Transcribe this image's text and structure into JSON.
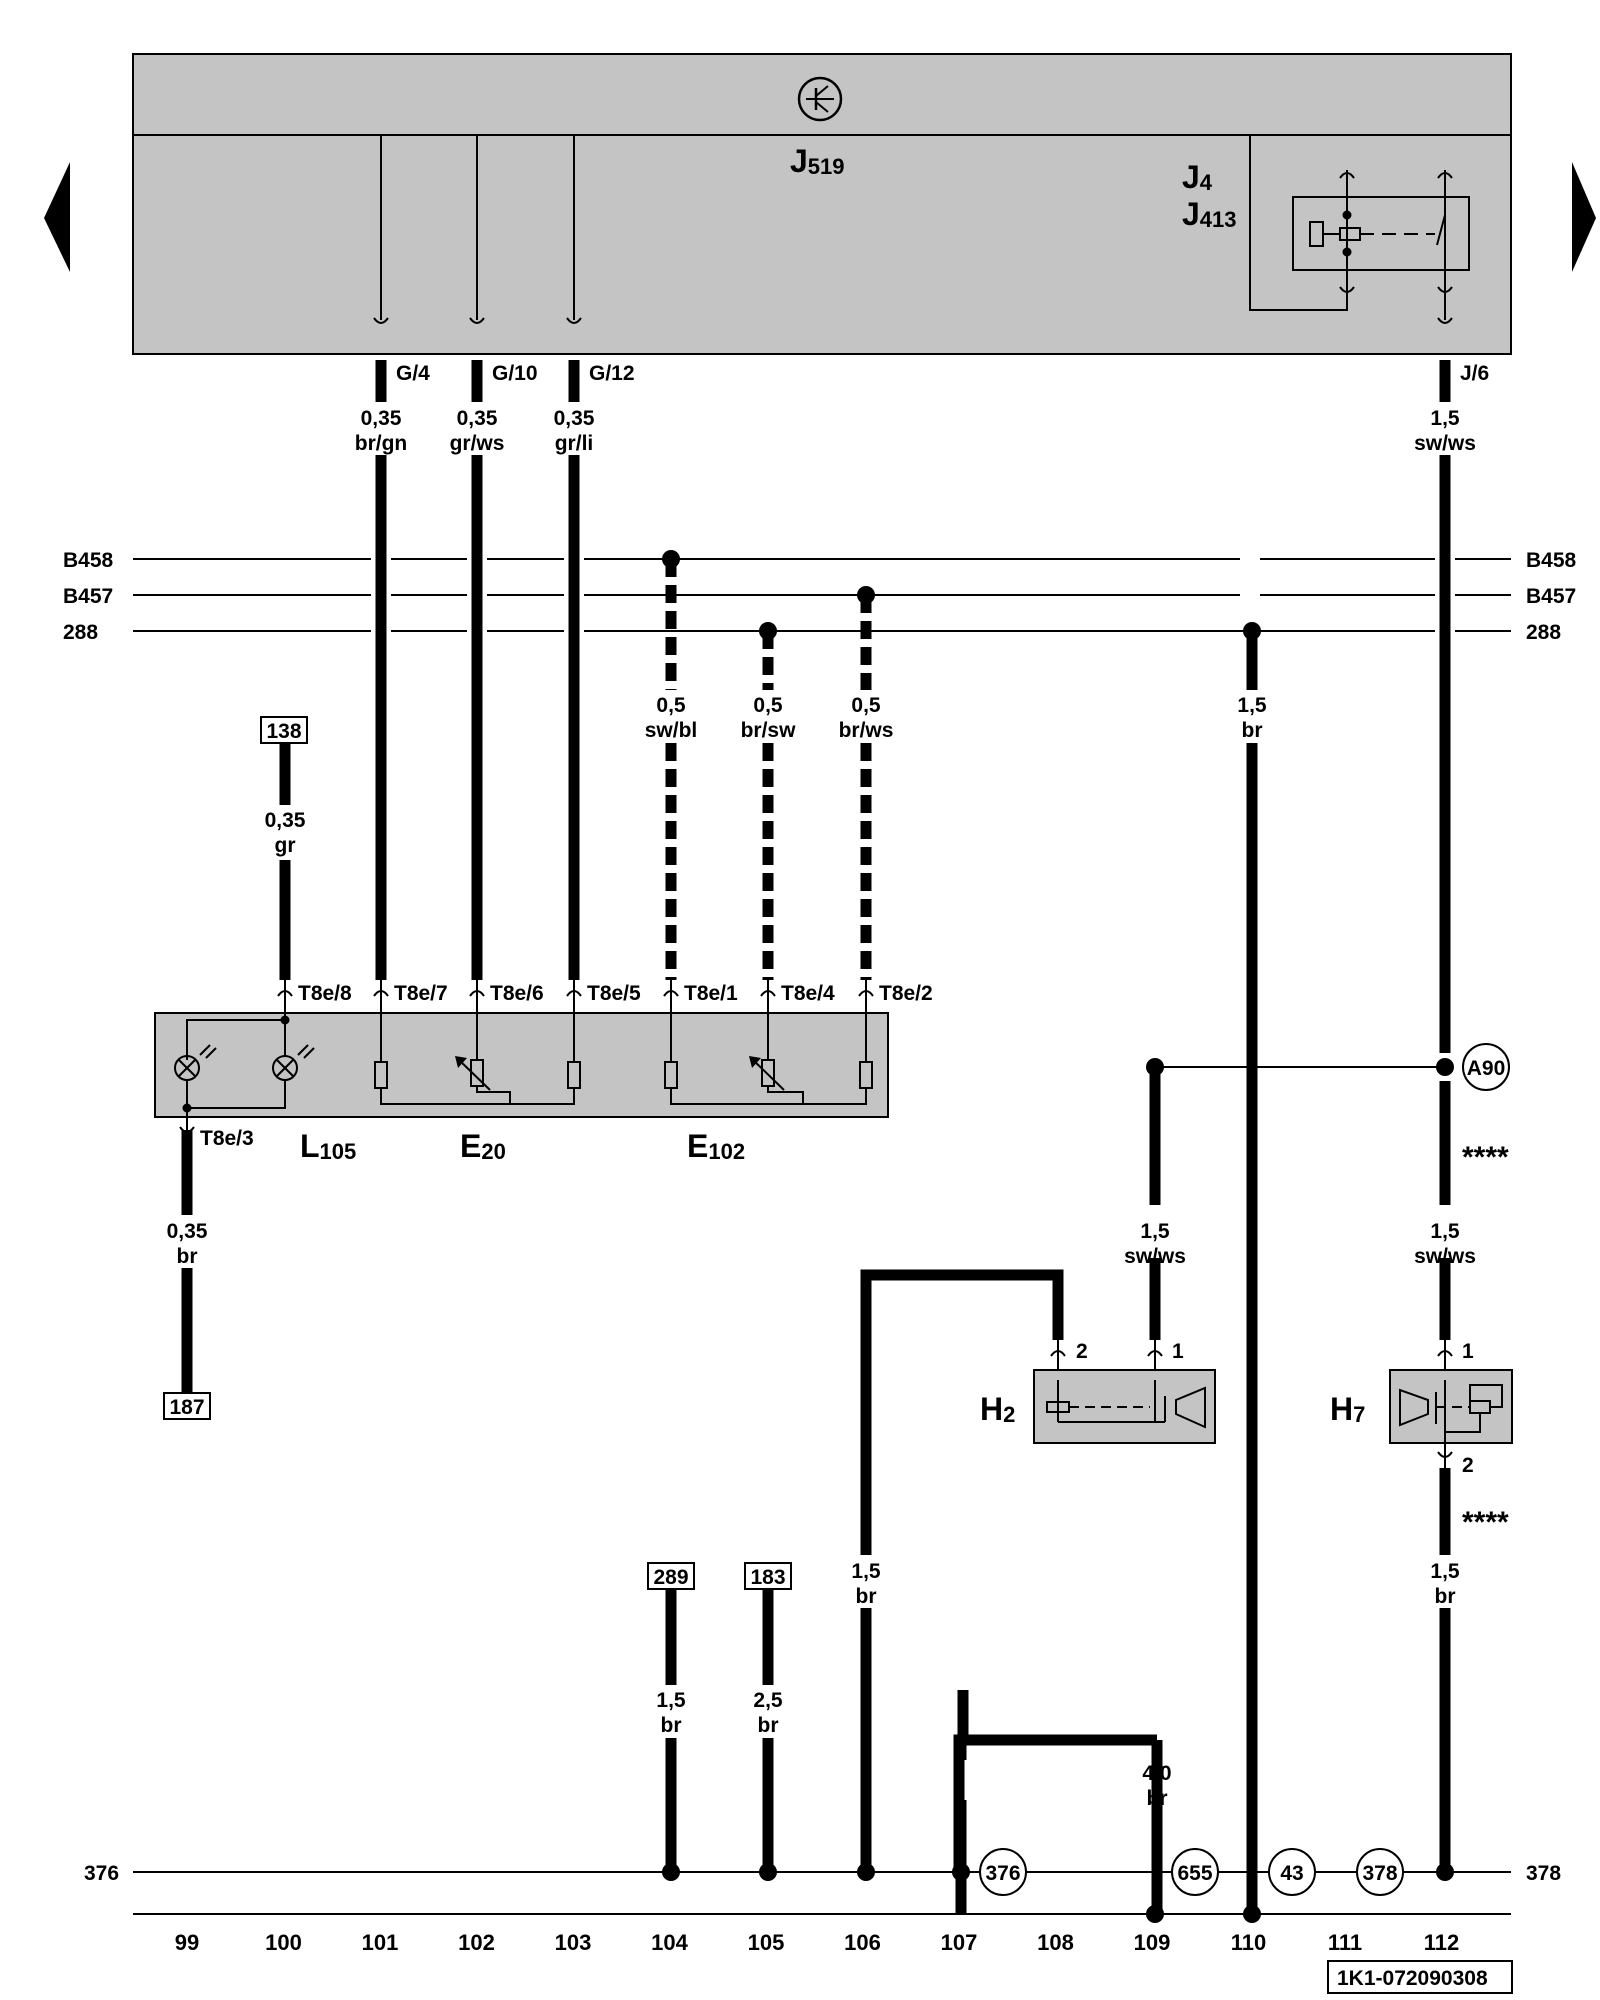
{
  "components": {
    "j519": {
      "main": "J",
      "sub": "519"
    },
    "j4": {
      "main": "J",
      "sub": "4"
    },
    "j413": {
      "main": "J",
      "sub": "413"
    },
    "l105": {
      "main": "L",
      "sub": "105"
    },
    "e20": {
      "main": "E",
      "sub": "20"
    },
    "e102": {
      "main": "E",
      "sub": "102"
    },
    "h2": {
      "main": "H",
      "sub": "2"
    },
    "h7": {
      "main": "H",
      "sub": "7"
    }
  },
  "pins": {
    "g4": "G/4",
    "g10": "G/10",
    "g12": "G/12",
    "j6": "J/6",
    "t8e8": "T8e/8",
    "t8e7": "T8e/7",
    "t8e6": "T8e/6",
    "t8e5": "T8e/5",
    "t8e1": "T8e/1",
    "t8e4": "T8e/4",
    "t8e2": "T8e/2",
    "t8e3": "T8e/3",
    "h2p2": "2",
    "h2p1": "1",
    "h7p1": "1",
    "h7p2": "2"
  },
  "wires": {
    "w101": {
      "size": "0,35",
      "color": "br/gn"
    },
    "w102": {
      "size": "0,35",
      "color": "gr/ws"
    },
    "w103": {
      "size": "0,35",
      "color": "gr/li"
    },
    "w112": {
      "size": "1,5",
      "color": "sw/ws"
    },
    "w104": {
      "size": "0,5",
      "color": "sw/bl"
    },
    "w105": {
      "size": "0,5",
      "color": "br/sw"
    },
    "w106": {
      "size": "0,5",
      "color": "br/ws"
    },
    "w110": {
      "size": "1,5",
      "color": "br"
    },
    "w100": {
      "size": "0,35",
      "color": "gr"
    },
    "w99": {
      "size": "0,35",
      "color": "br"
    },
    "wh2": {
      "size": "1,5",
      "color": "sw/ws"
    },
    "wh7": {
      "size": "1,5",
      "color": "sw/ws"
    },
    "wh7g": {
      "size": "1,5",
      "color": "br"
    },
    "w106g": {
      "size": "1,5",
      "color": "br"
    },
    "w104g": {
      "size": "1,5",
      "color": "br"
    },
    "w105g": {
      "size": "2,5",
      "color": "br"
    },
    "w109g": {
      "size": "4,0",
      "color": "br"
    }
  },
  "buses": {
    "b458": "B458",
    "b457": "B457",
    "b288": "288",
    "b376": "376",
    "b378": "378"
  },
  "boxrefs": {
    "r138": "138",
    "r187": "187",
    "r289": "289",
    "r183": "183"
  },
  "circlerefs": {
    "a90": "A90",
    "c376": "376",
    "c655": "655",
    "c43": "43",
    "c378": "378"
  },
  "stars": "****",
  "track_numbers": [
    "99",
    "100",
    "101",
    "102",
    "103",
    "104",
    "105",
    "106",
    "107",
    "108",
    "109",
    "110",
    "111",
    "112"
  ],
  "doc_id": "1K1-072090308"
}
